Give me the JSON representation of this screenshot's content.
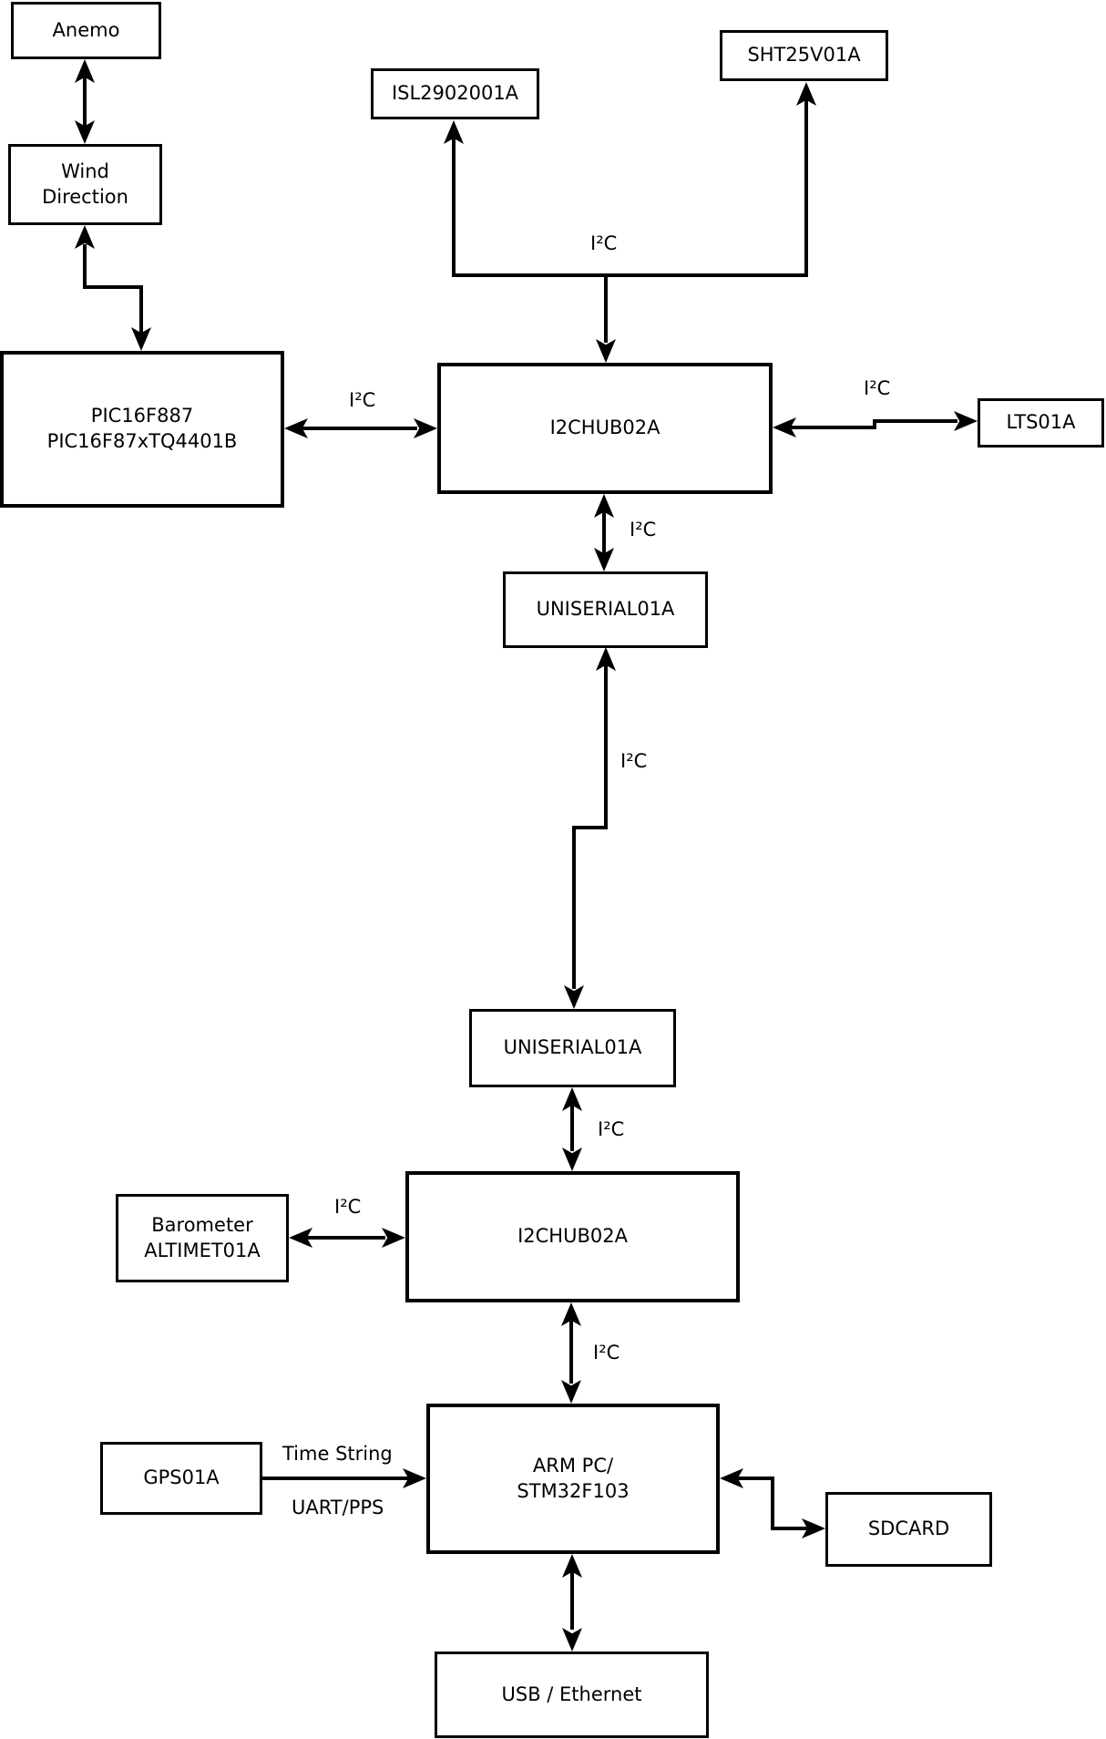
{
  "nodes": {
    "anemo": {
      "line1": "Anemo"
    },
    "wind_direction": {
      "line1": "Wind",
      "line2": "Direction"
    },
    "pic": {
      "line1": "PIC16F887",
      "line2": "PIC16F87xTQ4401B"
    },
    "isl": {
      "line1": "ISL2902001A"
    },
    "sht": {
      "line1": "SHT25V01A"
    },
    "i2chub_top": {
      "line1": "I2CHUB02A"
    },
    "lts": {
      "line1": "LTS01A"
    },
    "uniserial_top": {
      "line1": "UNISERIAL01A"
    },
    "uniserial_bottom": {
      "line1": "UNISERIAL01A"
    },
    "i2chub_bottom": {
      "line1": "I2CHUB02A"
    },
    "barometer": {
      "line1": "Barometer",
      "line2": "ALTIMET01A"
    },
    "arm_pc": {
      "line1": "ARM PC/",
      "line2": "STM32F103"
    },
    "gps": {
      "line1": "GPS01A"
    },
    "sdcard": {
      "line1": "SDCARD"
    },
    "usb_ethernet": {
      "line1": "USB / Ethernet"
    }
  },
  "edge_labels": {
    "sensors_bus": "I²C",
    "pic_hub": "I²C",
    "hub_lts": "I²C",
    "hub_uniserial": "I²C",
    "uniserial_link": "I²C",
    "uniserial_hub2": "I²C",
    "hub2_arm": "I²C",
    "gps_time": "Time String",
    "gps_uart": "UART/PPS"
  },
  "colors": {
    "line": "#000000",
    "background": "#ffffff",
    "text": "#000000"
  }
}
